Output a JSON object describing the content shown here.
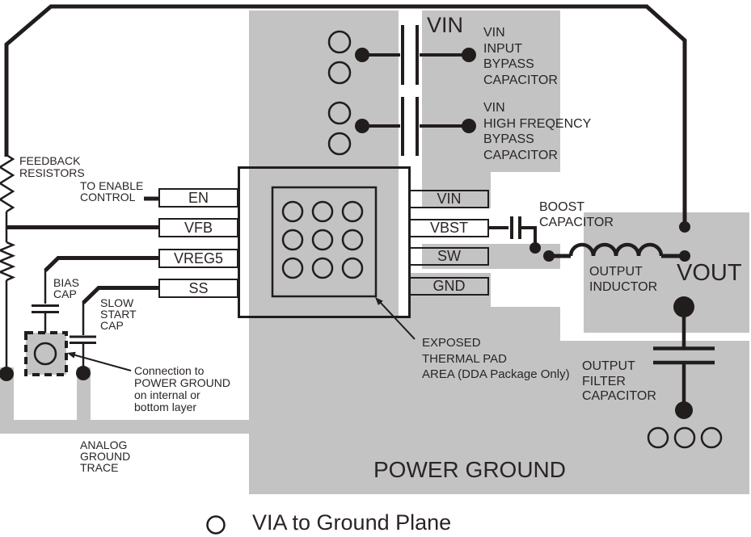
{
  "colors": {
    "plane": "#c3c3c3",
    "line": "#211d1c",
    "text": "#2a2524",
    "background": "#ffffff"
  },
  "legend": {
    "via_label": "VIA to Ground Plane"
  },
  "ic": {
    "left_pins": [
      {
        "label": "EN"
      },
      {
        "label": "VFB"
      },
      {
        "label": "VREG5"
      },
      {
        "label": "SS"
      }
    ],
    "right_pins": [
      {
        "label": "VIN"
      },
      {
        "label": "VBST"
      },
      {
        "label": "SW"
      },
      {
        "label": "GND"
      }
    ]
  },
  "labels": {
    "feedback_resistors": "FEEDBACK\nRESISTORS",
    "to_enable_control": "TO ENABLE\nCONTROL",
    "bias_cap": "BIAS\nCAP",
    "slow_start_cap": "SLOW\nSTART\nCAP",
    "connection_note": "Connection to\nPOWER GROUND\non internal or\nbottom layer",
    "analog_ground_trace": "ANALOG\nGROUND\nTRACE",
    "vin_rail": "VIN",
    "vin_input_bypass": "VIN\nINPUT\nBYPASS\nCAPACITOR",
    "vin_hf_bypass": "VIN\nHIGH FREQENCY\nBYPASS\nCAPACITOR",
    "boost_capacitor": "BOOST\nCAPACITOR",
    "output_inductor": "OUTPUT\nINDUCTOR",
    "vout_rail": "VOUT",
    "exposed_pad": "EXPOSED\nTHERMAL PAD\nAREA (DDA Package Only)",
    "output_filter": "OUTPUT\nFILTER\nCAPACITOR",
    "power_ground": "POWER GROUND"
  }
}
